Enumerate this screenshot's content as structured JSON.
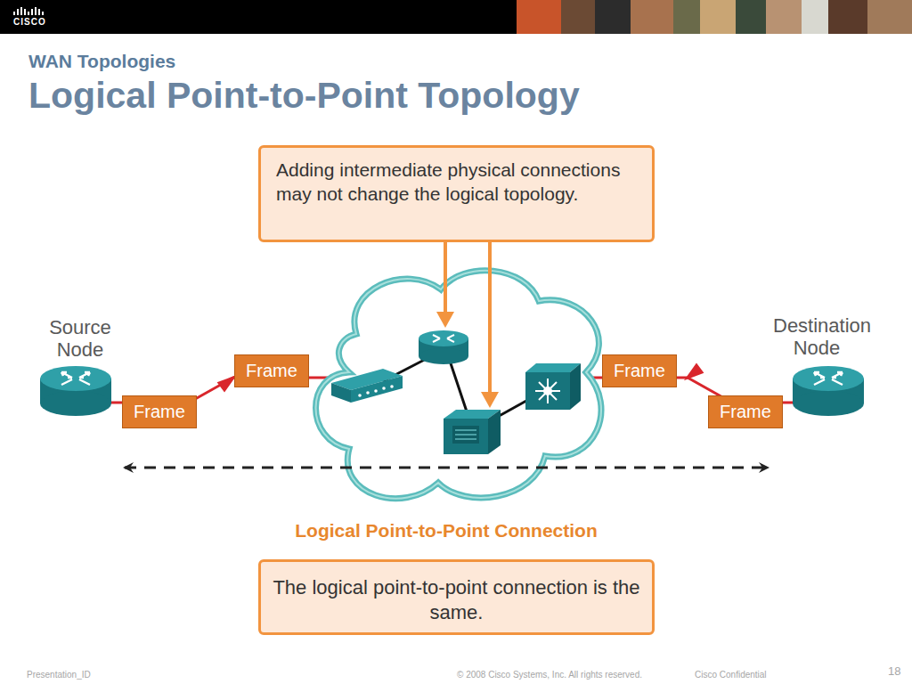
{
  "diagram": {
    "title": "Logical Point-to-Point Topology",
    "nodes": [
      {
        "text": [
          "Adding intermediate physical connections may not change the logical topology."
        ]
      },
      {
        "text": [
          "Source Node"
        ]
      },
      {
        "text": [
          "Frame"
        ]
      },
      {
        "text": [
          "Frame"
        ]
      },
      {
        "text": [
          "Frame"
        ]
      },
      {
        "text": [
          "Frame"
        ]
      },
      {
        "text": [
          "Destination Node"
        ]
      },
      {
        "text": [
          "The logical point-to-point connection is the same."
        ]
      }
    ],
    "edges": [
      {
        "from": 1,
        "to": 6,
        "arrow": "both",
        "label": "Logical Point-to-Point Connection"
      }
    ],
    "labels": [
      "CISCO",
      "WAN Topologies",
      "Presentation_ID",
      "© 2008 Cisco Systems, Inc. All rights reserved.",
      "Cisco Confidential",
      "18"
    ]
  }
}
